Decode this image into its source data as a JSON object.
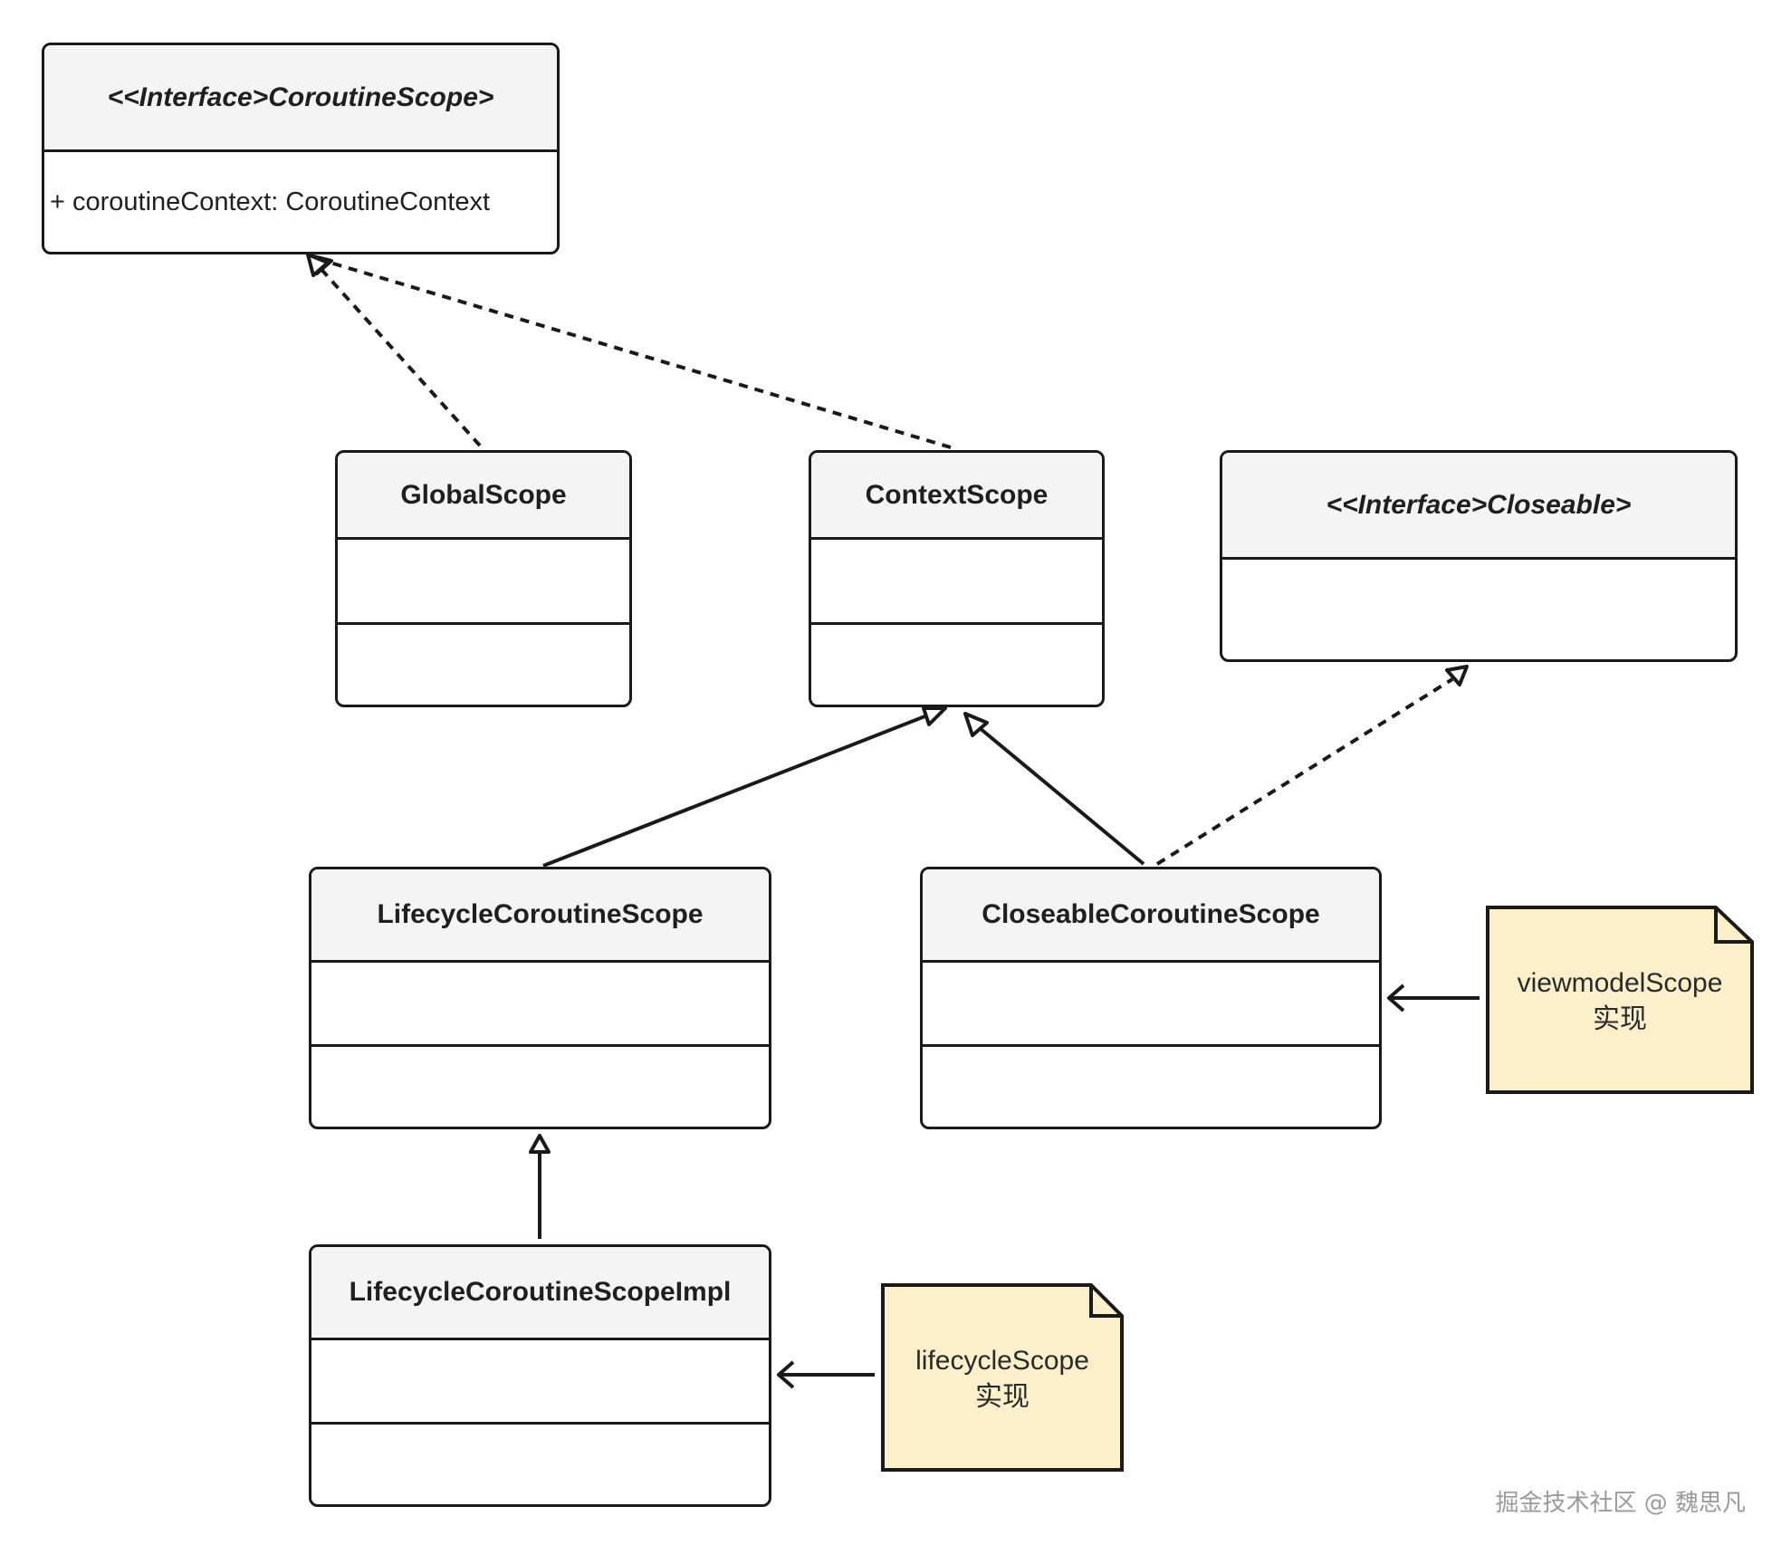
{
  "classes": {
    "coroutine_scope": {
      "name": "<<Interface>CoroutineScope>",
      "attribute": "+ coroutineContext: CoroutineContext"
    },
    "global_scope": {
      "name": "GlobalScope"
    },
    "context_scope": {
      "name": "ContextScope"
    },
    "closeable": {
      "name": "<<Interface>Closeable>"
    },
    "lifecycle_coroutine_scope": {
      "name": "LifecycleCoroutineScope"
    },
    "closeable_coroutine_scope": {
      "name": "CloseableCoroutineScope"
    },
    "lifecycle_coroutine_scope_impl": {
      "name": "LifecycleCoroutineScopeImpl"
    }
  },
  "notes": {
    "viewmodel": {
      "line1": "viewmodelScope",
      "line2": "实现"
    },
    "lifecycle": {
      "line1": "lifecycleScope",
      "line2": "实现"
    }
  },
  "relations": [
    {
      "from": "GlobalScope",
      "to": "<<Interface>CoroutineScope>",
      "type": "realization"
    },
    {
      "from": "ContextScope",
      "to": "<<Interface>CoroutineScope>",
      "type": "realization"
    },
    {
      "from": "LifecycleCoroutineScope",
      "to": "ContextScope",
      "type": "inheritance"
    },
    {
      "from": "CloseableCoroutineScope",
      "to": "ContextScope",
      "type": "inheritance"
    },
    {
      "from": "CloseableCoroutineScope",
      "to": "<<Interface>Closeable>",
      "type": "realization"
    },
    {
      "from": "LifecycleCoroutineScopeImpl",
      "to": "LifecycleCoroutineScope",
      "type": "inheritance"
    },
    {
      "from": "viewmodelScope 实现",
      "to": "CloseableCoroutineScope",
      "type": "association"
    },
    {
      "from": "lifecycleScope 实现",
      "to": "LifecycleCoroutineScopeImpl",
      "type": "association"
    }
  ],
  "colors": {
    "note_fill": "#fcf0cb",
    "header_fill": "#f4f4f4",
    "stroke": "#1a1a1a"
  },
  "watermark": "掘金技术社区 @ 魏思凡"
}
